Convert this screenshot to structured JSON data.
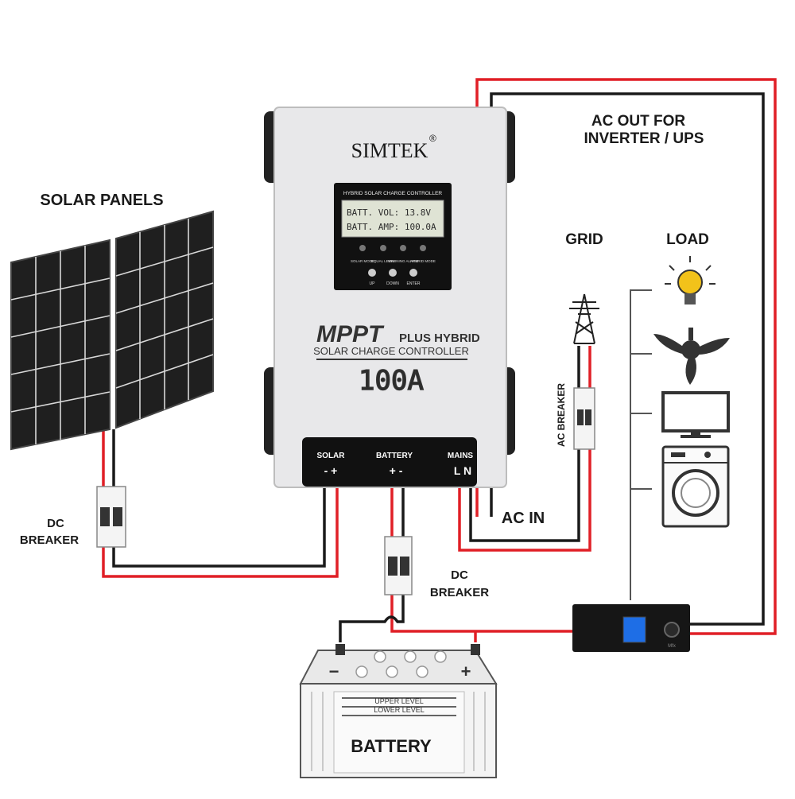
{
  "labels": {
    "solar_panels": "SOLAR PANELS",
    "dc_breaker_left_1": "DC",
    "dc_breaker_left_2": "BREAKER",
    "dc_breaker_mid_1": "DC",
    "dc_breaker_mid_2": "BREAKER",
    "ac_out_1": "AC OUT FOR",
    "ac_out_2": "INVERTER / UPS",
    "grid": "GRID",
    "load": "LOAD",
    "ac_breaker": "AC BREAKER",
    "ac_in": "AC IN"
  },
  "controller": {
    "brand": "SIMTEK",
    "brand_mark": "®",
    "panel_title": "HYBRID SOLAR CHARGE CONTROLLER",
    "lcd_line1": "BATT. VOL: 13.8V",
    "lcd_line2": "BATT. AMP: 100.0A",
    "indicators": [
      "SOLAR MODE",
      "EQUAL LEVEL",
      "WARNING ALARM",
      "HYBRID MODE"
    ],
    "buttons": [
      "UP",
      "DOWN",
      "ENTER"
    ],
    "mppt": "MPPT",
    "plus_hybrid": "PLUS HYBRID",
    "subtitle": "SOLAR CHARGE CONTROLLER",
    "rating": "100A",
    "terminals": [
      {
        "name": "SOLAR",
        "polarity": "- +"
      },
      {
        "name": "BATTERY",
        "polarity": "+ -"
      },
      {
        "name": "MAINS",
        "polarity": "L N"
      }
    ]
  },
  "battery": {
    "upper_level": "UPPER LEVEL",
    "lower_level": "LOWER LEVEL",
    "label": "BATTERY",
    "neg": "−",
    "pos": "+"
  },
  "inverter": {
    "mark": "Mfx"
  },
  "loads": [
    "bulb-icon",
    "ceiling-fan-icon",
    "monitor-icon",
    "washing-machine-icon"
  ],
  "colors": {
    "positive_wire": "#e01f26",
    "negative_wire": "#1a1a1a"
  }
}
